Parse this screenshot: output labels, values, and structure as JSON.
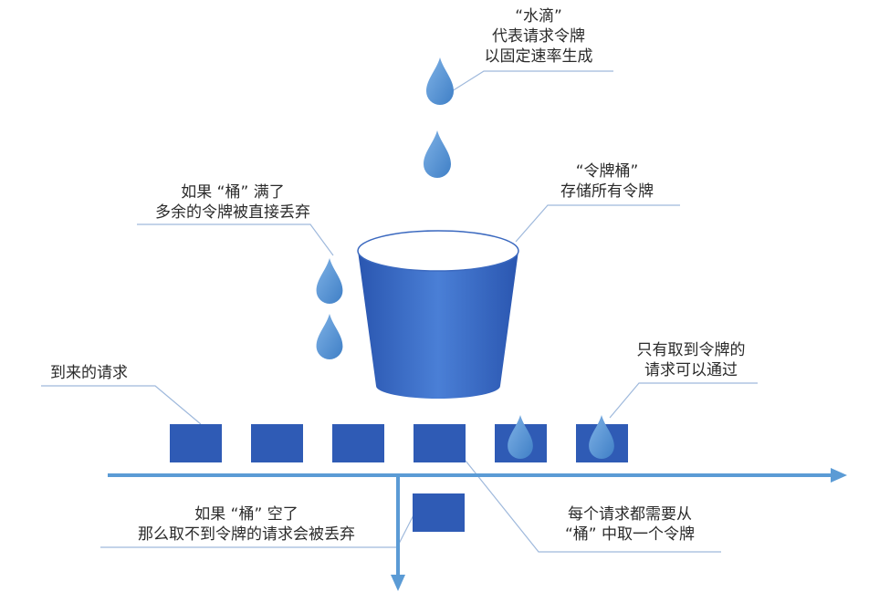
{
  "colors": {
    "primary": "#2f5bb5",
    "drop": "#5b9bd5",
    "axis": "#5b9bd5",
    "leader": "#9fb9dc",
    "text": "#2b2b2b"
  },
  "labels": {
    "water_drop": [
      "“水滴”",
      "代表请求令牌",
      "以固定速率生成"
    ],
    "bucket": [
      "“令牌桶”",
      "存储所有令牌"
    ],
    "overflow": [
      "如果 “桶” 满了",
      "多余的令牌被直接丢弃"
    ],
    "incoming": [
      "到来的请求"
    ],
    "pass": [
      "只有取到令牌的",
      "请求可以通过"
    ],
    "empty": [
      "如果 “桶” 空了",
      "那么取不到令牌的请求会被丢弃"
    ],
    "each_request": [
      "每个请求都需要从",
      "“桶” 中取一个令牌"
    ]
  },
  "requests": [
    {
      "has_token": false
    },
    {
      "has_token": false
    },
    {
      "has_token": false
    },
    {
      "has_token": false
    },
    {
      "has_token": true
    },
    {
      "has_token": true
    }
  ],
  "dropped_request": {
    "has_token": false
  },
  "icons": [
    "water-drop-icon",
    "bucket-icon",
    "arrow-right-icon",
    "arrow-down-icon"
  ]
}
